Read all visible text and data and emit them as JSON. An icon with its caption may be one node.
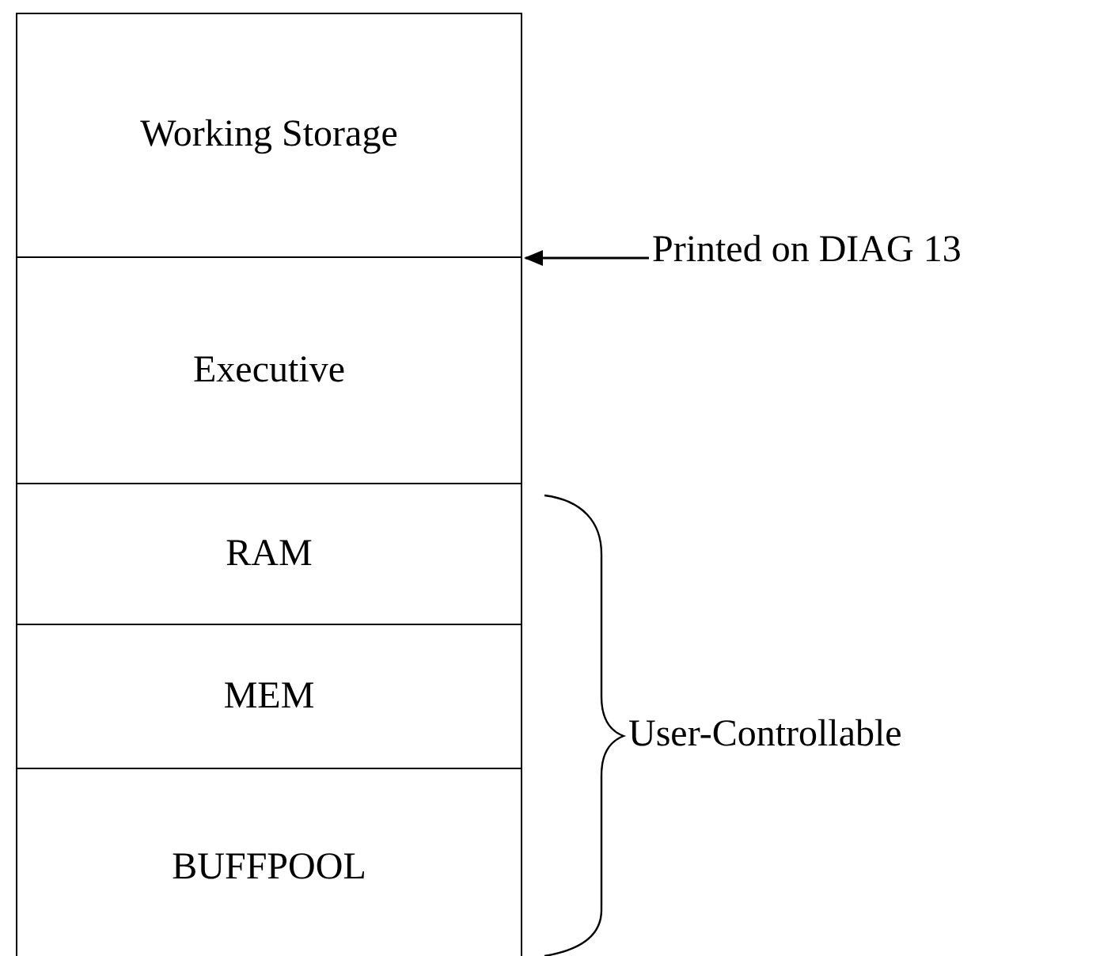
{
  "diagram": {
    "nodes": [
      {
        "text": [
          "Working Storage"
        ]
      },
      {
        "text": [
          "Executive"
        ]
      },
      {
        "text": [
          "RAM"
        ]
      },
      {
        "text": [
          "MEM"
        ]
      },
      {
        "text": [
          "BUFFPOOL"
        ]
      },
      {
        "text": [
          "Printed on DIAG 13"
        ]
      }
    ],
    "edges": [
      {
        "from": 5,
        "to": 1,
        "arrow": "to"
      }
    ],
    "labels": [
      "User-Controllable"
    ]
  }
}
